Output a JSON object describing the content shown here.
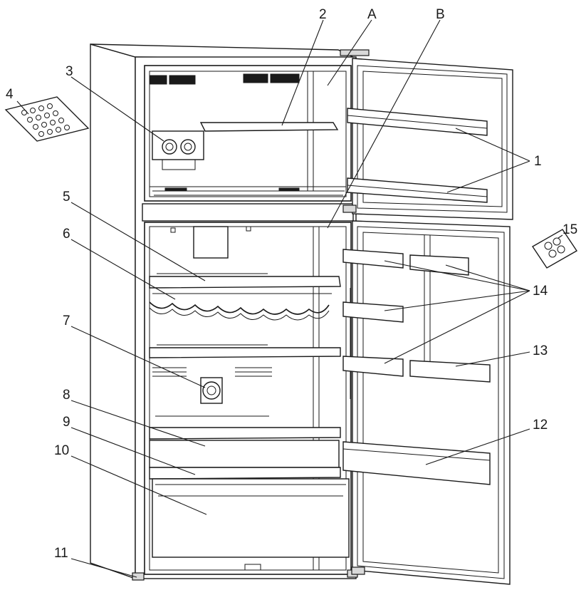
{
  "diagram": {
    "labels": {
      "l1": "1",
      "l2": "2",
      "l3": "3",
      "l4": "4",
      "l5": "5",
      "l6": "6",
      "l7": "7",
      "l8": "8",
      "l9": "9",
      "l10": "10",
      "l11": "11",
      "l12": "12",
      "l13": "13",
      "l14": "14",
      "l15": "15",
      "lA": "A",
      "lB": "B"
    }
  }
}
